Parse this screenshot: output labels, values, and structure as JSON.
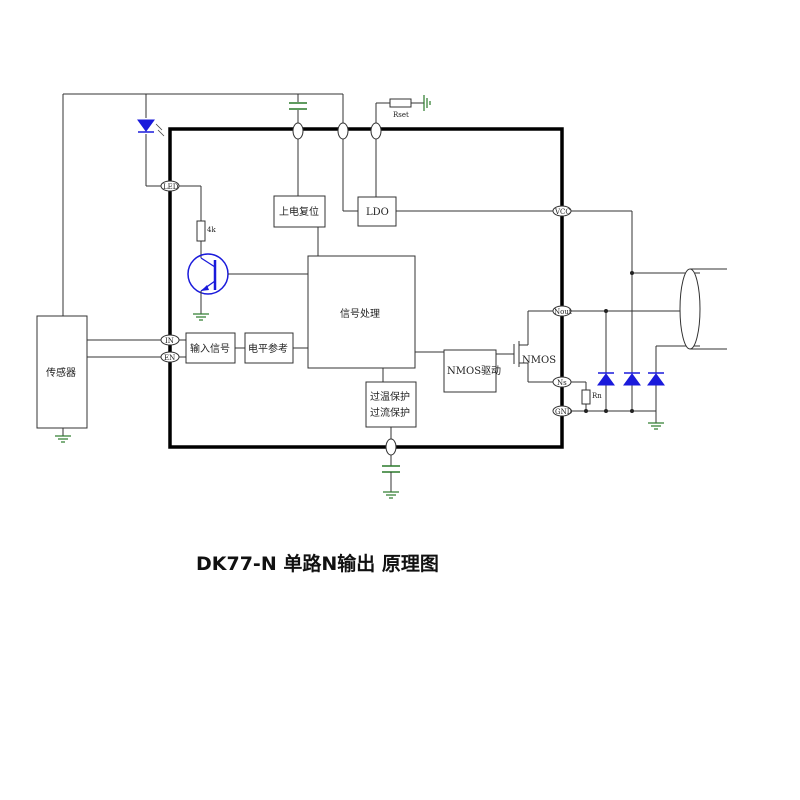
{
  "title": "DK77-N 单路N输出 原理图",
  "blocks": {
    "sensor": "传感器",
    "power_on_reset": "上电复位",
    "ldo": "LDO",
    "signal_processing": "信号处理",
    "input_signal": "输入信号",
    "level_reference": "电平参考",
    "nmos_driver": "NMOS驱动",
    "protection_line1": "过温保护",
    "protection_line2": "过流保护"
  },
  "pins": {
    "led": "LED",
    "in": "IN",
    "en": "EN",
    "vcc": "VCC",
    "nout": "Nout",
    "ns": "Ns",
    "gnd": "GND"
  },
  "components": {
    "resistor_4k": "4k",
    "rset": "Rset",
    "rn": "Rn",
    "nmos": "NMOS"
  },
  "colors": {
    "diode": "#1a1adb",
    "ground": "#2a7a2a",
    "chip_border": "#000000"
  }
}
